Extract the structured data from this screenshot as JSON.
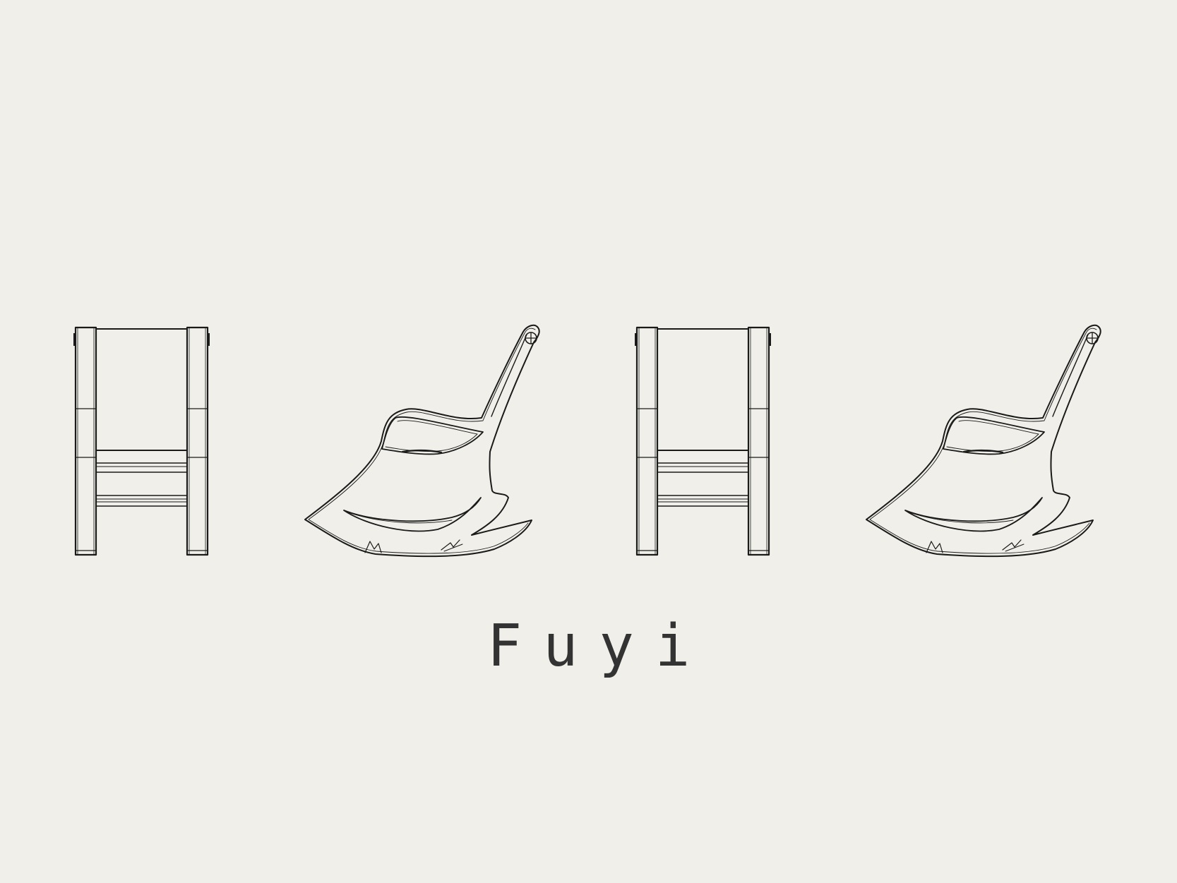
{
  "caption": "Fuyi",
  "colors": {
    "background": "#f0efe9",
    "line": "#1a1a1a",
    "caption": "#333333"
  },
  "views": [
    {
      "kind": "front-view"
    },
    {
      "kind": "side-view"
    },
    {
      "kind": "front-view"
    },
    {
      "kind": "side-view"
    }
  ]
}
